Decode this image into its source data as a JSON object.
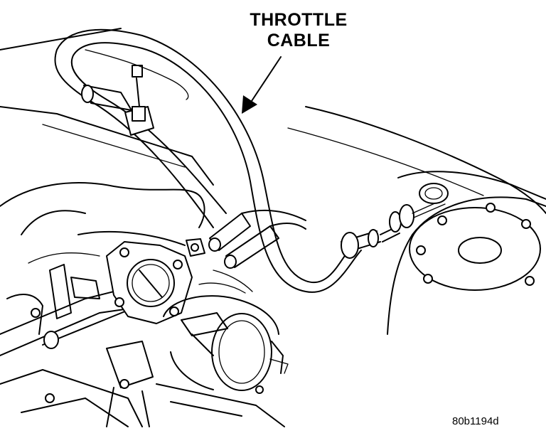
{
  "callout": {
    "line1": "THROTTLE",
    "line2": "CABLE"
  },
  "figure_id": "80b1194d"
}
